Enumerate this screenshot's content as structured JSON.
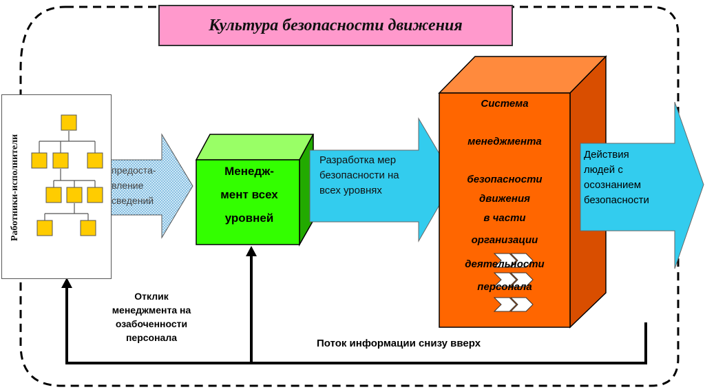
{
  "diagram": {
    "title": "Культура безопасности движения",
    "workers_label": "Работники-исполнители",
    "provision_lines": [
      "предоста-",
      "вление",
      "сведений"
    ],
    "management_lines": [
      "Менедж-",
      "мент всех",
      "уровней"
    ],
    "measures_lines": [
      "Разработка мер",
      "безопасности на",
      "всех уровнях"
    ],
    "sms_lines": [
      "Система",
      "менеджмента",
      "безопасности",
      "движения",
      "в части",
      "организации",
      "деятельности",
      "персонала"
    ],
    "actions_lines": [
      "Действия",
      "людей с",
      "осознанием",
      "безопасности"
    ],
    "feedback_lines": [
      "Отклик",
      "менеджмента на",
      "озабоченности",
      "персонала"
    ],
    "bottom_flow_label": "Поток информации снизу вверх"
  },
  "colors": {
    "title_bg": "#ff99cc",
    "management_green": "#33ff00",
    "sms_orange": "#ff6600",
    "arrow_cyan": "#33ccee",
    "org_chart_yellow": "#ffcc00"
  }
}
